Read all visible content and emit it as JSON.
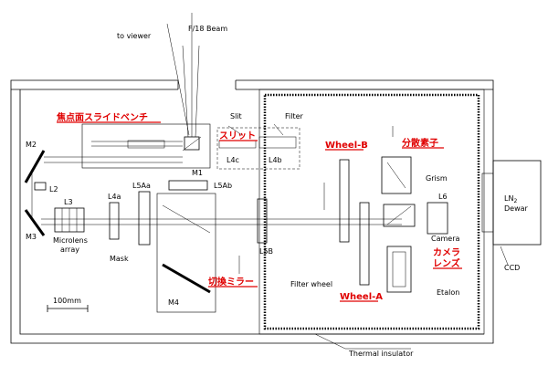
{
  "labels": {
    "to_viewer": "to viewer",
    "beam": "F/18 Beam",
    "slit": "Slit",
    "filter": "Filter",
    "m1": "M1",
    "m2": "M2",
    "m3": "M3",
    "m4": "M4",
    "l2": "L2",
    "l3": "L3",
    "l4a": "L4a",
    "l4b": "L4b",
    "l4c": "L4c",
    "l5aa": "L5Aa",
    "l5ab": "L5Ab",
    "l5b": "L5B",
    "l6": "L6",
    "grism": "Grism",
    "camera": "Camera",
    "etalon": "Etalon",
    "microlens_1": "Microlens",
    "microlens_2": "array",
    "mask": "Mask",
    "filter_wheel": "Filter wheel",
    "ln2_1": "LN",
    "ln2_sub": "2",
    "ln2_2": "Dewar",
    "ccd": "CCD",
    "thermal": "Thermal insulator",
    "scale": "100mm"
  },
  "jp_labels": {
    "focal_bench": "焦点面スライドベンチ",
    "slit_jp": "スリット",
    "switch_mirror": "切換ミラー",
    "disperser": "分散素子",
    "camera_lens_1": "カメラ",
    "camera_lens_2": "レンズ",
    "wheel_a": "Wheel-A",
    "wheel_b": "Wheel-B"
  },
  "colors": {
    "annotation": "#e00000",
    "line": "#000000"
  }
}
